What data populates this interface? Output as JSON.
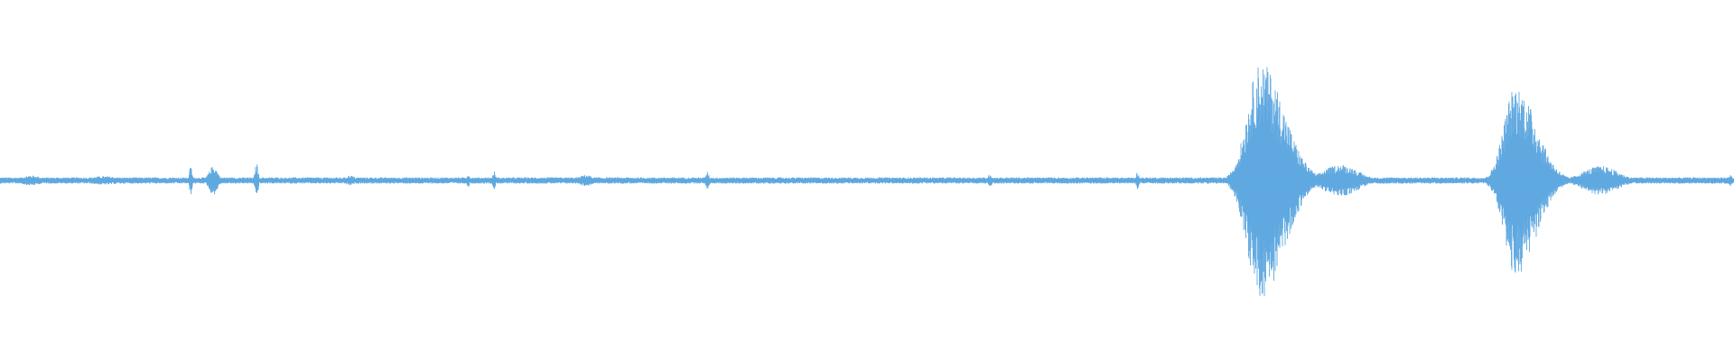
{
  "waveform": {
    "color": "#5fa8e0",
    "background": "#ffffff",
    "baseline_noise": 0.022,
    "events": [
      {
        "center": 0.018,
        "peak": 0.035,
        "width": 0.006
      },
      {
        "center": 0.06,
        "peak": 0.03,
        "width": 0.01
      },
      {
        "center": 0.11,
        "peak": 0.1,
        "width": 0.0008
      },
      {
        "center": 0.123,
        "peak": 0.1,
        "width": 0.0025
      },
      {
        "center": 0.148,
        "peak": 0.12,
        "width": 0.0009
      },
      {
        "center": 0.202,
        "peak": 0.035,
        "width": 0.003
      },
      {
        "center": 0.27,
        "peak": 0.05,
        "width": 0.0008
      },
      {
        "center": 0.285,
        "peak": 0.065,
        "width": 0.0008
      },
      {
        "center": 0.338,
        "peak": 0.04,
        "width": 0.004
      },
      {
        "center": 0.408,
        "peak": 0.06,
        "width": 0.001
      },
      {
        "center": 0.571,
        "peak": 0.05,
        "width": 0.001
      },
      {
        "center": 0.656,
        "peak": 0.06,
        "width": 0.0008
      },
      {
        "center": 0.727,
        "peak": 0.82,
        "width": 0.0085,
        "shape": "burst"
      },
      {
        "center": 0.773,
        "peak": 0.11,
        "width": 0.01
      },
      {
        "center": 0.874,
        "peak": 0.66,
        "width": 0.0075,
        "shape": "burst"
      },
      {
        "center": 0.923,
        "peak": 0.1,
        "width": 0.01
      },
      {
        "center": 0.998,
        "peak": 0.04,
        "width": 0.001
      }
    ]
  }
}
